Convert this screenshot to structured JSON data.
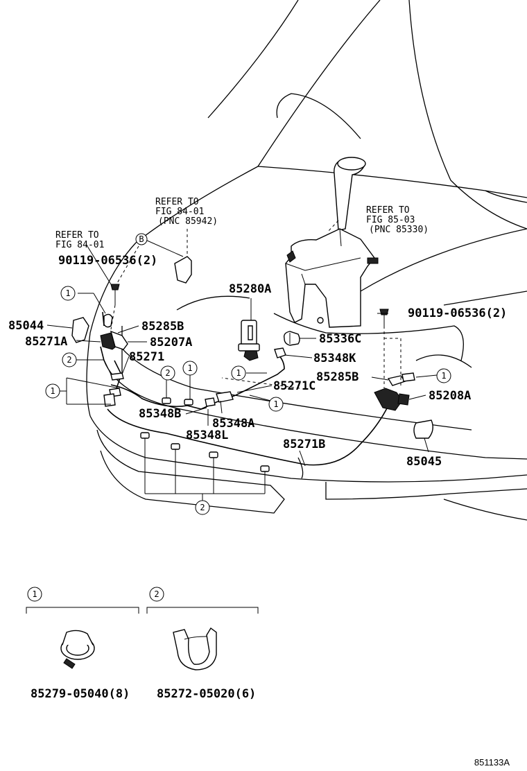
{
  "figure_id": "851133A",
  "refer_notes": {
    "upper_left": {
      "line1": "REFER TO",
      "line2": "FIG 84-01",
      "line3": "(PNC 85942)"
    },
    "left": {
      "line1": "REFER TO",
      "line2": "FIG 84-01"
    },
    "right": {
      "line1": "REFER TO",
      "line2": "FIG 85-03",
      "line3": "(PNC 85330)"
    }
  },
  "marker_symbol": "B",
  "callout_one": "1",
  "callout_two": "2",
  "parts": {
    "p90119_left": "90119-06536(2)",
    "p90119_right": "90119-06536(2)",
    "p85280A": "85280A",
    "p85044": "85044",
    "p85285B_left": "85285B",
    "p85271A": "85271A",
    "p85207A": "85207A",
    "p85271": "85271",
    "p85336C": "85336C",
    "p85348K": "85348K",
    "p85285B_right": "85285B",
    "p85271C": "85271C",
    "p85208A": "85208A",
    "p85348B": "85348B",
    "p85348A": "85348A",
    "p85348L": "85348L",
    "p85271B": "85271B",
    "p85045": "85045"
  },
  "legend": {
    "clamp1": {
      "index": "1",
      "part_number": "85279-05040(8)"
    },
    "clamp2": {
      "index": "2",
      "part_number": "85272-05020(6)"
    }
  }
}
